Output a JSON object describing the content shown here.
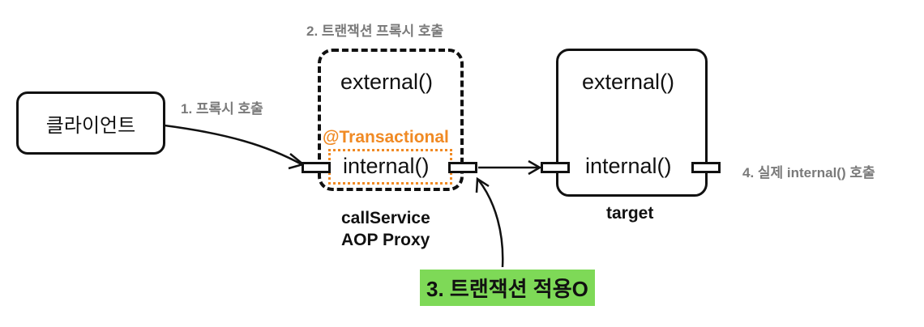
{
  "client": {
    "label": "클라이언트"
  },
  "steps": {
    "step1": "1. 프록시 호출",
    "step2": "2. 트랜잭션 프록시 호출",
    "step3": "3. 트랜잭션 적용O",
    "step4": "4. 실제 internal() 호출"
  },
  "proxy": {
    "external_method": "external()",
    "annotation": "@Transactional",
    "internal_method": "internal()",
    "name_line1": "callService",
    "name_line2": "AOP Proxy"
  },
  "target": {
    "external_method": "external()",
    "internal_method": "internal()",
    "name": "target"
  },
  "colors": {
    "annotation": "#f08a24",
    "highlight": "#7ed957",
    "step_label": "#7a7a7a"
  }
}
